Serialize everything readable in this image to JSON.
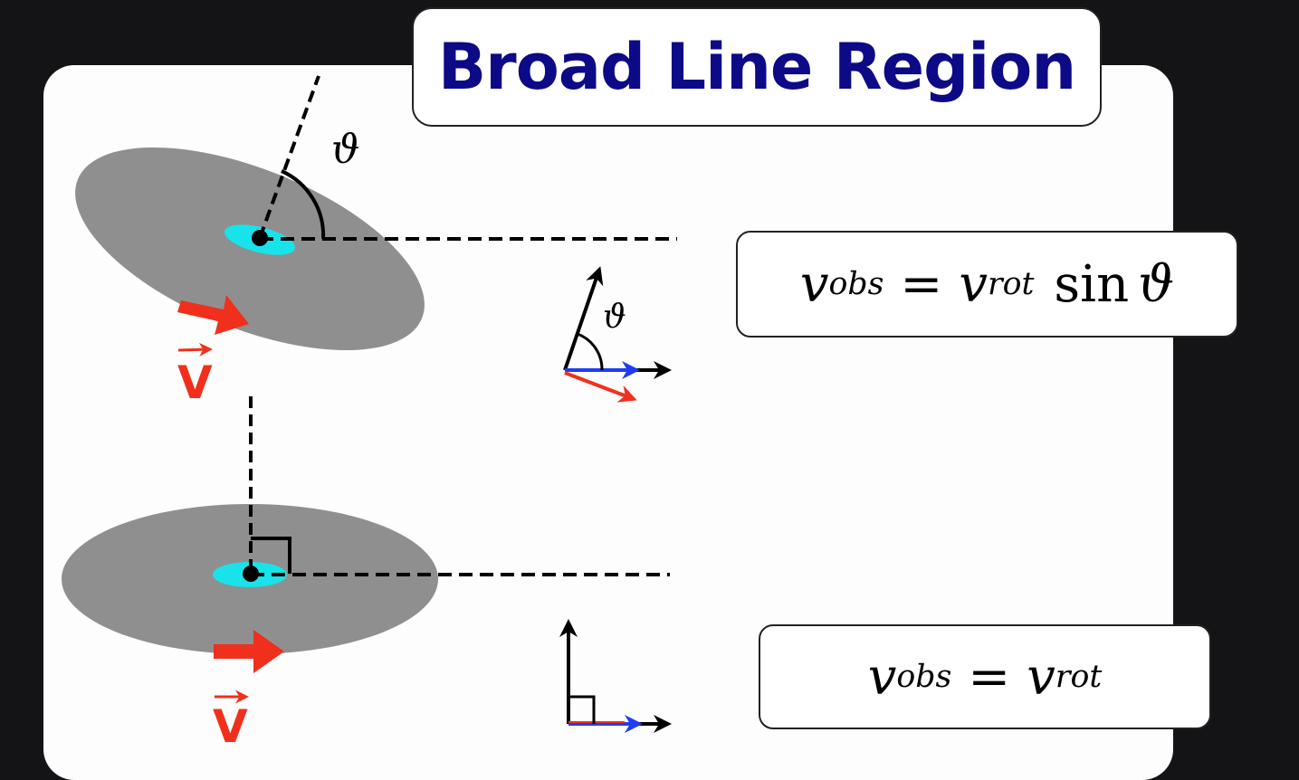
{
  "title": "Broad Line Region",
  "labels": {
    "theta_top": "ϑ",
    "theta_small": "ϑ",
    "velocity_top": "V",
    "velocity_bottom": "V"
  },
  "equation_tilted": {
    "v": "v",
    "obs_sub": "obs",
    "equals": "=",
    "v2": "v",
    "rot_sub": "rot",
    "sin": "sin",
    "theta": "ϑ"
  },
  "equation_faceon": {
    "v": "v",
    "obs_sub": "obs",
    "equals": "=",
    "v2": "v",
    "rot_sub": "rot"
  },
  "colors": {
    "background": "#141416",
    "panel": "#fdfdfd",
    "title": "#0c0a86",
    "disk": "#8f8f8f",
    "core": "#19e3ea",
    "velocity": "#f0301c",
    "projection": "#1f3df0"
  }
}
